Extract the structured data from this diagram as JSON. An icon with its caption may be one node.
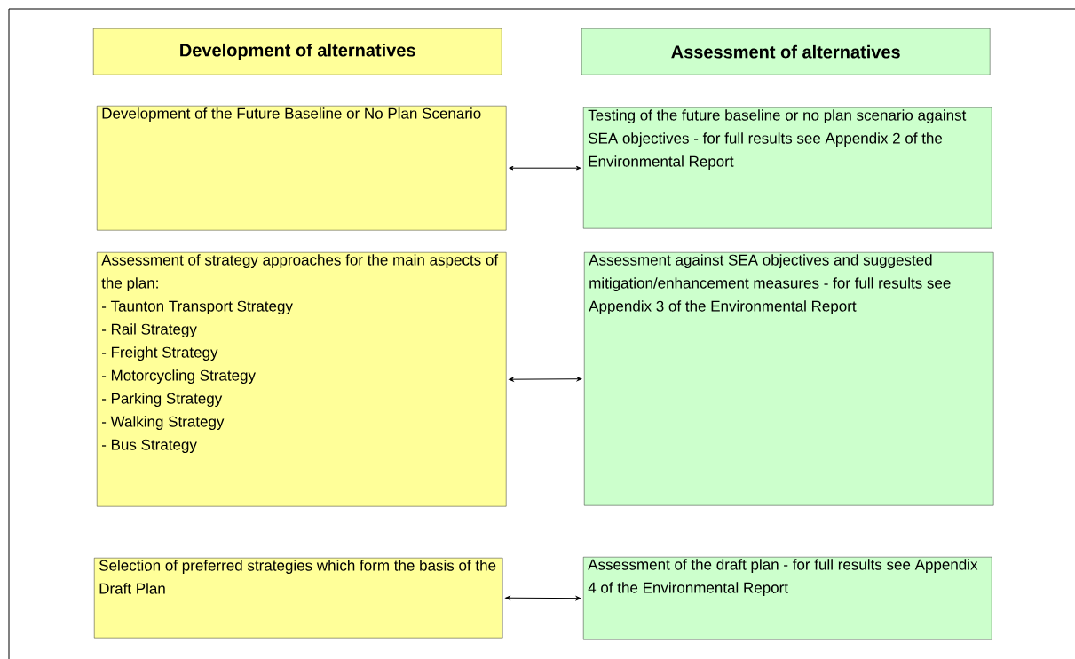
{
  "diagram": {
    "nodes": [
      {
        "text": [
          "Development of alternatives"
        ]
      },
      {
        "text": [
          "Assessment of alternatives"
        ]
      },
      {
        "text": [
          "Development of the Future Baseline or No Plan Scenario"
        ]
      },
      {
        "text": [
          "Testing of the future baseline or no plan scenario against SEA objectives - for full results see Appendix 2 of the Environmental Report"
        ]
      },
      {
        "text": [
          "Assessment of strategy approaches for the main aspects of the plan:",
          "- Taunton Transport Strategy",
          "- Rail Strategy",
          "- Freight Strategy",
          "- Motorcycling Strategy",
          "- Parking Strategy",
          "- Walking Strategy",
          "- Bus Strategy"
        ]
      },
      {
        "text": [
          "Assessment against SEA objectives and suggested mitigation/enhancement measures - for full results see Appendix 3 of the Environmental Report"
        ]
      },
      {
        "text": [
          "Selection of preferred strategies which form the basis of the Draft Plan"
        ]
      },
      {
        "text": [
          "Assessment of the draft plan - for full results see Appendix 4 of the Environmental Report"
        ]
      }
    ],
    "edges": [
      {
        "from": 2,
        "to": 3,
        "arrow": "both"
      },
      {
        "from": 4,
        "to": 5,
        "arrow": "both"
      },
      {
        "from": 6,
        "to": 7,
        "arrow": "both"
      }
    ]
  }
}
